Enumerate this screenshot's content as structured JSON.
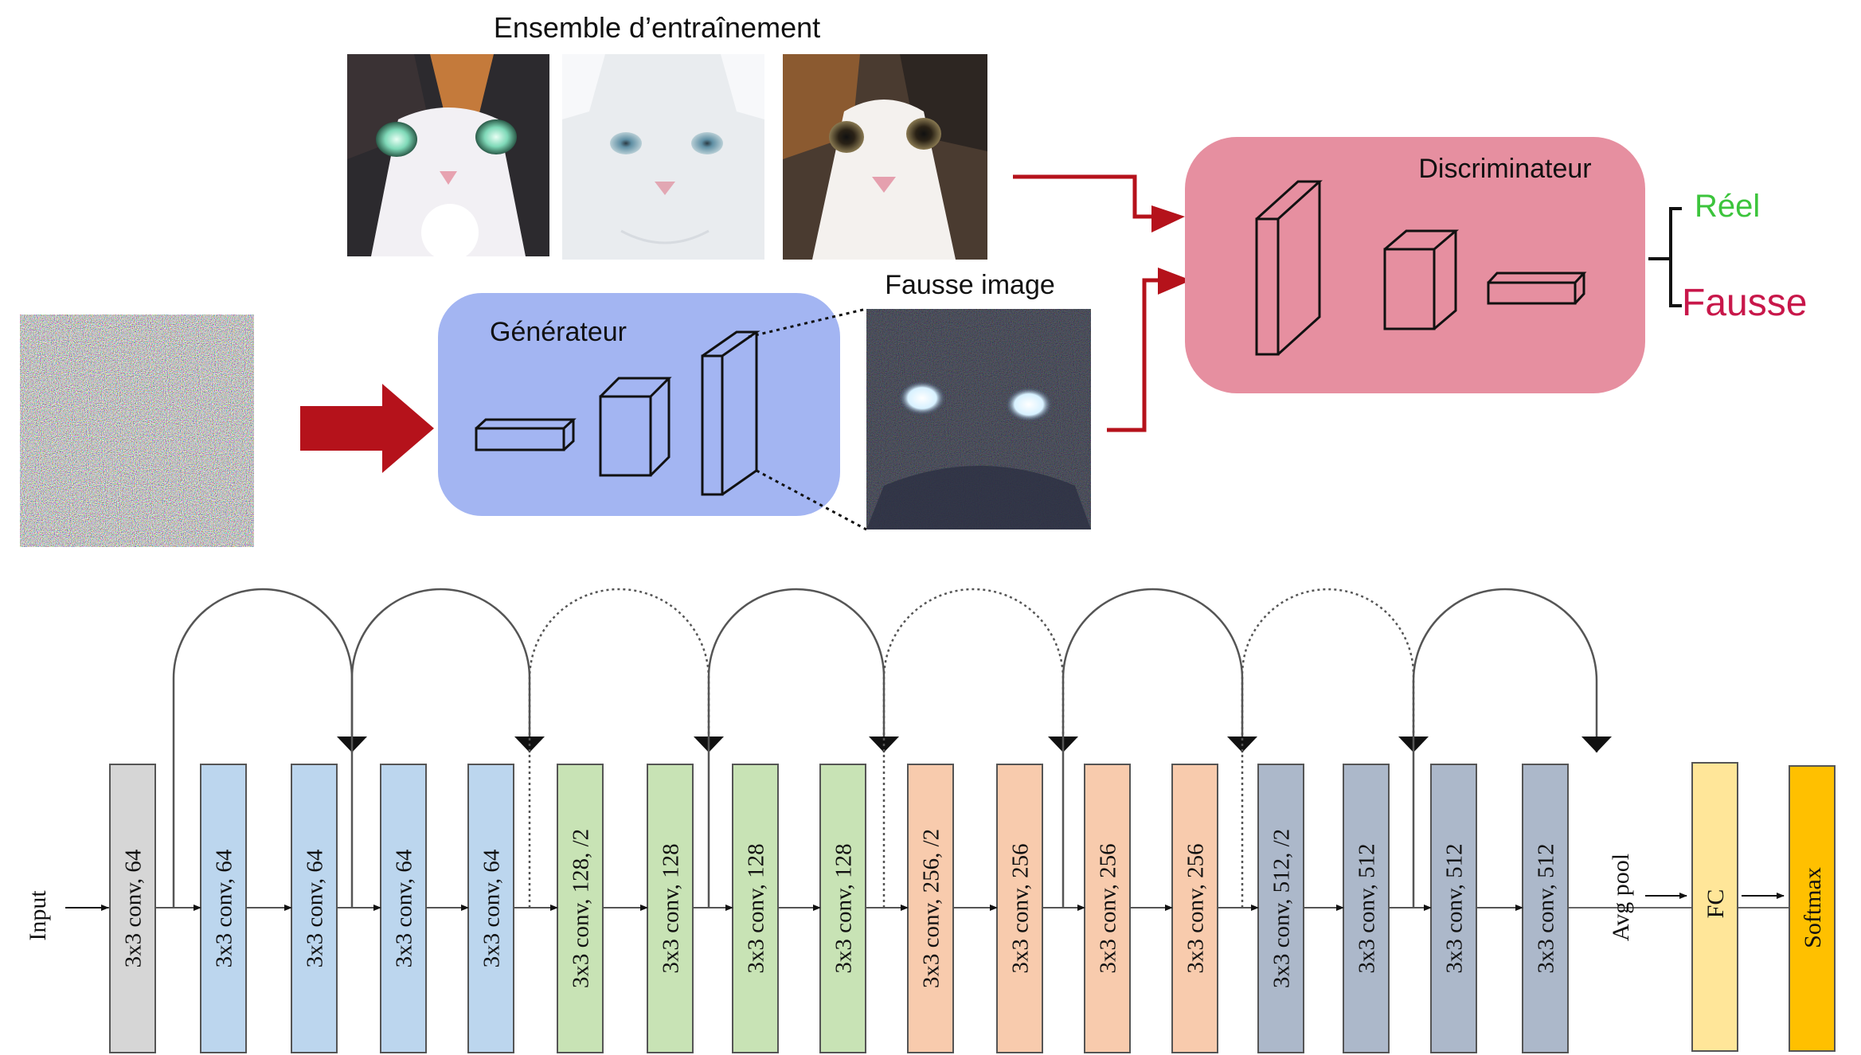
{
  "gan": {
    "training_set_label": "Ensemble d’entraînement",
    "fake_image_label": "Fausse image",
    "generator_label": "Générateur",
    "discriminator_label": "Discriminateur",
    "output_real": "Réel",
    "output_fake": "Fausse",
    "colors": {
      "generator_box": "#a3b5f2",
      "discriminator_box": "#e68fa0",
      "arrow_red": "#b5121b",
      "real_green": "#3cc43c",
      "fake_red": "#c8174a"
    }
  },
  "resnet": {
    "input_label": "Input",
    "avgpool_label": "Avg pool",
    "fc_label": "FC",
    "softmax_label": "Softmax",
    "layers": [
      {
        "label": "3x3 conv, 64",
        "color": "#d6d6d6"
      },
      {
        "label": "3x3 conv, 64",
        "color": "#bcd6ee"
      },
      {
        "label": "3x3 conv, 64",
        "color": "#bcd6ee"
      },
      {
        "label": "3x3 conv, 64",
        "color": "#bcd6ee"
      },
      {
        "label": "3x3 conv, 64",
        "color": "#bcd6ee"
      },
      {
        "label": "3x3 conv, 128, /2",
        "color": "#c8e3b5"
      },
      {
        "label": "3x3 conv, 128",
        "color": "#c8e3b5"
      },
      {
        "label": "3x3 conv, 128",
        "color": "#c8e3b5"
      },
      {
        "label": "3x3 conv, 128",
        "color": "#c8e3b5"
      },
      {
        "label": "3x3 conv, 256, /2",
        "color": "#f8cbad"
      },
      {
        "label": "3x3 conv, 256",
        "color": "#f8cbad"
      },
      {
        "label": "3x3 conv, 256",
        "color": "#f8cbad"
      },
      {
        "label": "3x3 conv, 256",
        "color": "#f8cbad"
      },
      {
        "label": "3x3 conv, 512, /2",
        "color": "#acb8ca"
      },
      {
        "label": "3x3 conv, 512",
        "color": "#acb8ca"
      },
      {
        "label": "3x3 conv, 512",
        "color": "#acb8ca"
      },
      {
        "label": "3x3 conv, 512",
        "color": "#acb8ca"
      }
    ],
    "fc_color": "#ffe699",
    "softmax_color": "#ffc000"
  }
}
